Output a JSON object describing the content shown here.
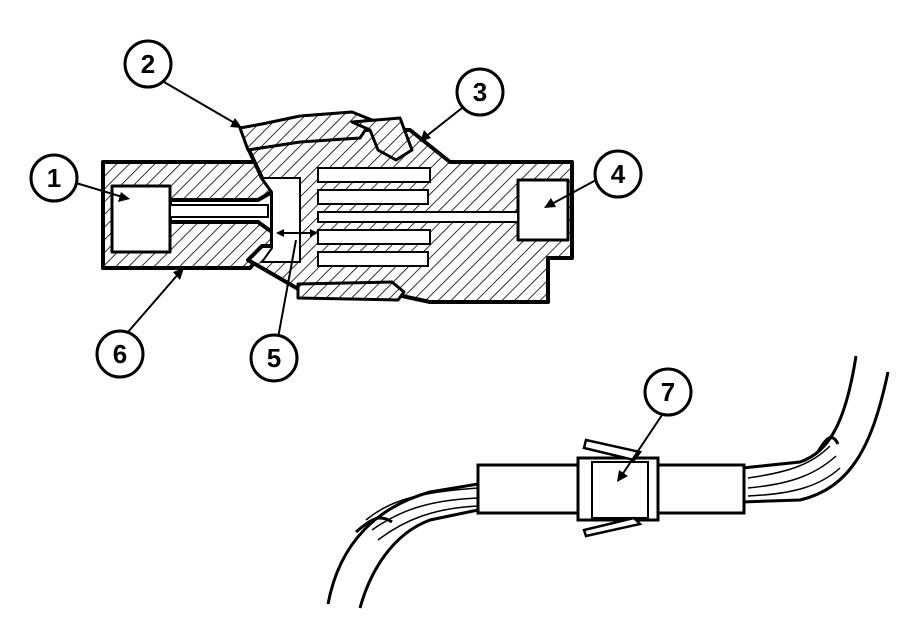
{
  "diagram": {
    "callouts": [
      {
        "id": "c1",
        "label": "1"
      },
      {
        "id": "c2",
        "label": "2"
      },
      {
        "id": "c3",
        "label": "3"
      },
      {
        "id": "c4",
        "label": "4"
      },
      {
        "id": "c5",
        "label": "5"
      },
      {
        "id": "c6",
        "label": "6"
      },
      {
        "id": "c7",
        "label": "7"
      }
    ],
    "colors": {
      "ink": "#000000",
      "paper": "#ffffff"
    }
  }
}
